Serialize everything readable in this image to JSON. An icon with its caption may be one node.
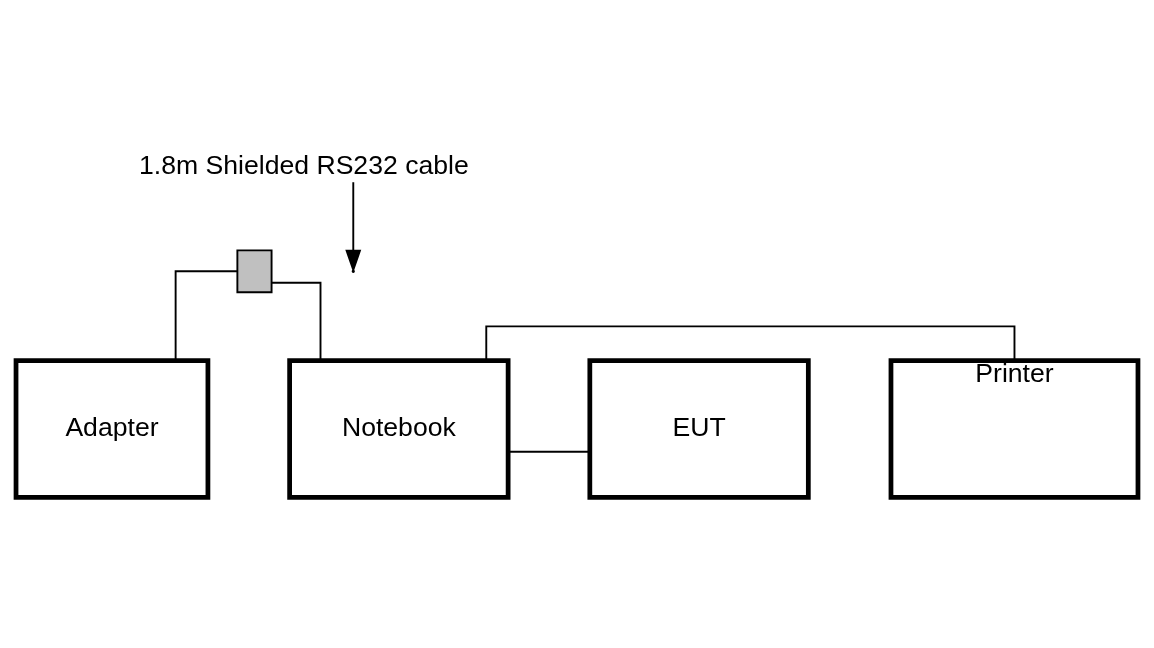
{
  "diagram": {
    "nodes": [
      {
        "text": [
          "1.8m Shielded RS232 cable"
        ]
      },
      {
        "text": [
          "Adapter"
        ]
      },
      {
        "text": [],
        "shape": "box"
      },
      {
        "text": [
          "Notebook"
        ]
      },
      {
        "text": [
          "EUT"
        ]
      },
      {
        "text": [
          "Printer"
        ]
      }
    ],
    "edges": [
      {
        "from": 0,
        "to": null,
        "arrow": "to"
      },
      {
        "from": 1,
        "to": 2,
        "arrow": "none"
      },
      {
        "from": 2,
        "to": 3,
        "arrow": "none"
      },
      {
        "from": 3,
        "to": 4,
        "arrow": "none"
      },
      {
        "from": 3,
        "to": 5,
        "arrow": "none"
      }
    ]
  }
}
